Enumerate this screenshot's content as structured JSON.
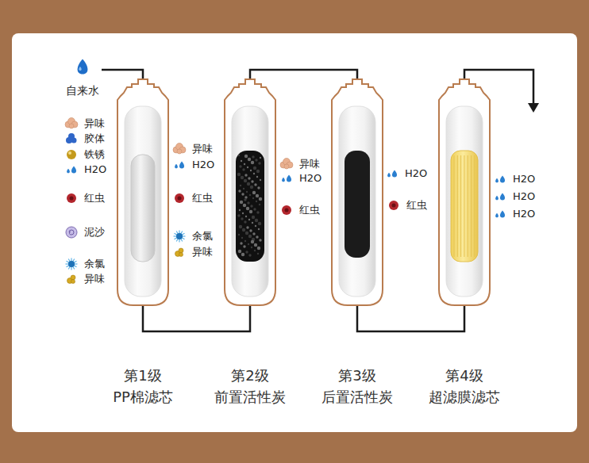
{
  "diagram": {
    "nodes": [
      {
        "text": [
          "自来水"
        ]
      },
      {
        "text": [
          "第1级",
          "PP棉滤芯"
        ]
      },
      {
        "text": [
          "第2级",
          "前置活性炭"
        ]
      },
      {
        "text": [
          "第3级",
          "后置活性炭"
        ]
      },
      {
        "text": [
          "第4级",
          "超滤膜滤芯"
        ]
      }
    ],
    "edges": [
      {
        "from": 0,
        "to": 1,
        "arrow": "none"
      },
      {
        "from": 1,
        "to": 2,
        "arrow": "none"
      },
      {
        "from": 2,
        "to": 3,
        "arrow": "none"
      },
      {
        "from": 3,
        "to": 4,
        "arrow": "none"
      }
    ],
    "labels": [
      "异味",
      "胶体",
      "铁锈",
      "H2O",
      "红虫",
      "泥沙",
      "余氯",
      "异味",
      "异味",
      "H2O",
      "红虫",
      "余氯",
      "异味",
      "异味",
      "H2O",
      "红虫",
      "H2O",
      "红虫",
      "H2O",
      "H2O",
      "H2O"
    ]
  }
}
